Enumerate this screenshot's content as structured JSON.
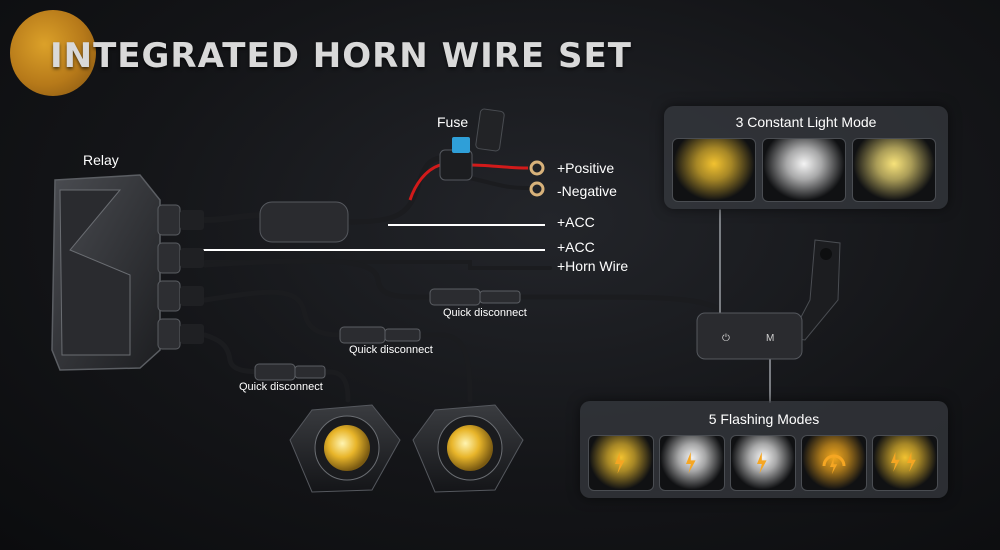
{
  "title": "INTEGRATED HORN WIRE SET",
  "labels": {
    "relay": "Relay",
    "fuse": "Fuse",
    "positive": "+Positive",
    "negative": "-Negative",
    "acc": "+ACC",
    "acc_horn_line1": "+ACC",
    "acc_horn_line2": "+Horn Wire",
    "quick_disconnect_1": "Quick disconnect",
    "quick_disconnect_2": "Quick disconnect",
    "quick_disconnect_3": "Quick disconnect"
  },
  "constant_panel": {
    "title": "3 Constant Light Mode",
    "modes": [
      {
        "color": "#f2c230"
      },
      {
        "color": "#f4f4f4"
      },
      {
        "color": "#f7e27a"
      }
    ]
  },
  "flashing_panel": {
    "title": "5 Flashing Modes",
    "modes": [
      {
        "color": "#f2c230",
        "icon": "lightning-icon"
      },
      {
        "color": "#f0f0f0",
        "icon": "lightning-icon"
      },
      {
        "color": "#f4f4f4",
        "icon": "lightning-icon"
      },
      {
        "color": "#f2a81e",
        "icon": "cycle-arrows-icon"
      },
      {
        "color": "#f2c230",
        "icon": "double-lightning-icon"
      }
    ]
  },
  "controller": {
    "power_symbol": "⏻",
    "mode_letter": "M"
  },
  "colors": {
    "accent": "#f2b12c",
    "wire": "#1b1c1f",
    "wire_edge": "#55585e",
    "red_wire": "#d11a1a",
    "white_line": "#ffffff",
    "bolt": "#f5a623"
  }
}
